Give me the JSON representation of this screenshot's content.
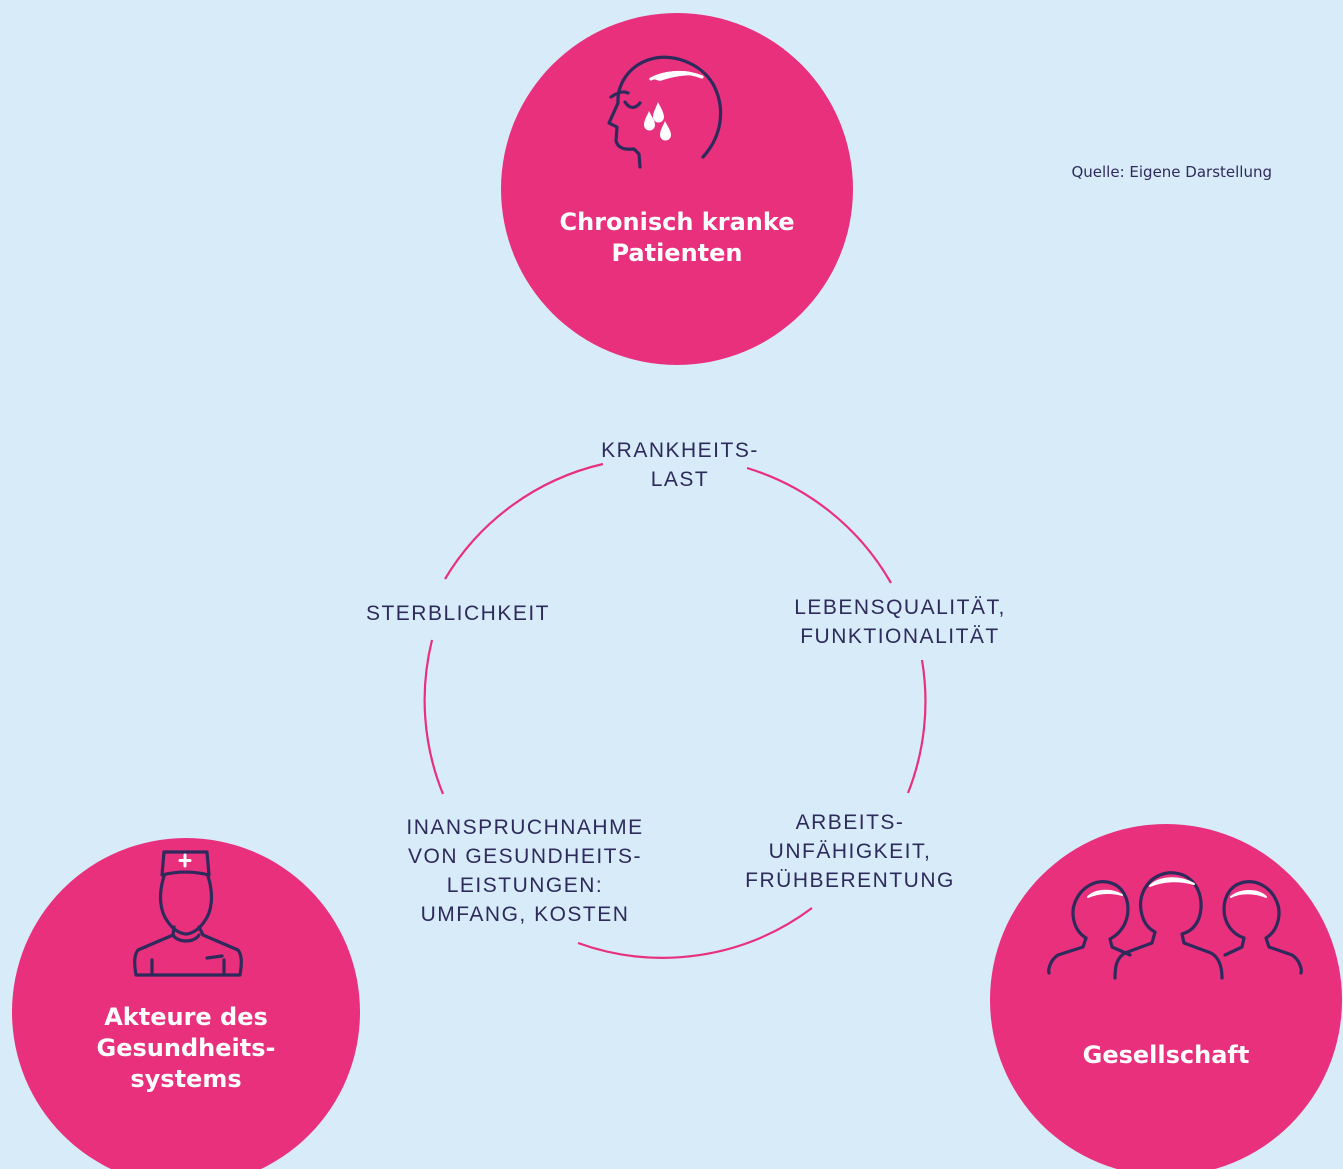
{
  "colors": {
    "background": "#d7ecf8",
    "accent": "#e8307d",
    "text_dark": "#2f2a5c",
    "text_light": "#ffffff"
  },
  "source_note": "Quelle: Eigene Darstellung",
  "actors": {
    "patients": {
      "label": "Chronisch kranke Patienten",
      "icon": "crying-head-icon"
    },
    "health_system": {
      "label": "Akteure des Gesundheits-systems",
      "icon": "nurse-icon"
    },
    "society": {
      "label": "Gesellschaft",
      "icon": "group-of-people-icon"
    }
  },
  "cycle": {
    "burden": "KRANKHEITS-\nLAST",
    "quality_of_life": "LEBENSQUALITÄT,\nFUNKTIONALITÄT",
    "work_incapacity": "ARBEITS-\nUNFÄHIGKEIT,\nFRÜHBERENTUNG",
    "utilization": "INANSPRUCHNAHME\nVON GESUNDHEITS-\nLEISTUNGEN:\nUMFANG, KOSTEN",
    "mortality": "STERBLICHKEIT"
  }
}
